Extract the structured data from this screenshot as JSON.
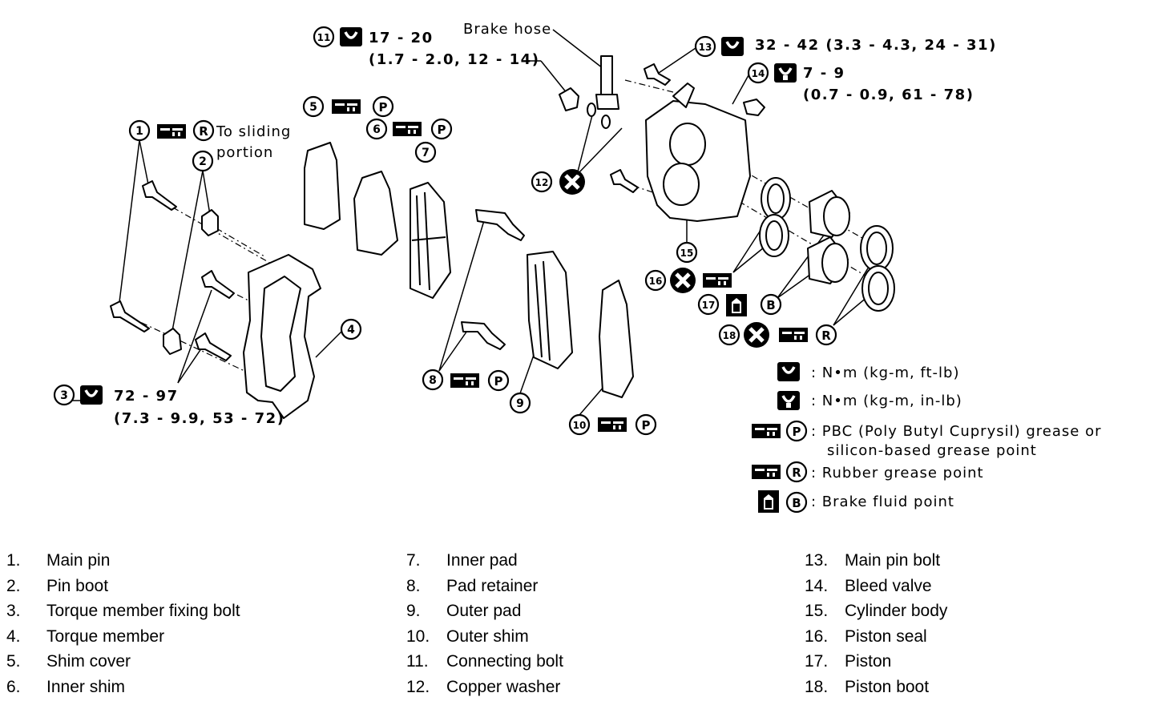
{
  "callouts": {
    "c1": "1",
    "c2": "2",
    "c3": "3",
    "c4": "4",
    "c5": "5",
    "c6": "6",
    "c7": "7",
    "c8": "8",
    "c9": "9",
    "c10": "10",
    "c11": "11",
    "c12": "12",
    "c13": "13",
    "c14": "14",
    "c15": "15",
    "c16": "16",
    "c17": "17",
    "c18": "18"
  },
  "grease_letters": {
    "p": "P",
    "r": "R",
    "b": "B"
  },
  "labels": {
    "brake_hose": "Brake hose",
    "to_sliding_1": "To sliding",
    "to_sliding_2": "portion",
    "torque_11_a": "17 - 20",
    "torque_11_b": "(1.7 - 2.0, 12 - 14)",
    "torque_13": "32 - 42 (3.3 - 4.3, 24 - 31)",
    "torque_14_a": "7 - 9",
    "torque_14_b": "(0.7 - 0.9, 61 - 78)",
    "torque_3_a": "72 - 97",
    "torque_3_b": "(7.3 - 9.9, 53 - 72)"
  },
  "legend": {
    "nm_ft": ": N•m (kg-m, ft-lb)",
    "nm_in": ": N•m (kg-m, in-lb)",
    "pbc_1": ": PBC (Poly Butyl Cuprysil) grease or",
    "pbc_2": "silicon-based grease point",
    "rubber": ": Rubber grease point",
    "brake_fluid": ": Brake fluid point"
  },
  "parts": {
    "col1": [
      {
        "num": "1.",
        "name": "Main pin"
      },
      {
        "num": "2.",
        "name": "Pin boot"
      },
      {
        "num": "3.",
        "name": "Torque member fixing bolt"
      },
      {
        "num": "4.",
        "name": "Torque member"
      },
      {
        "num": "5.",
        "name": "Shim cover"
      },
      {
        "num": "6.",
        "name": "Inner shim"
      }
    ],
    "col2": [
      {
        "num": "7.",
        "name": "Inner pad"
      },
      {
        "num": "8.",
        "name": "Pad retainer"
      },
      {
        "num": "9.",
        "name": "Outer pad"
      },
      {
        "num": "10.",
        "name": "Outer shim"
      },
      {
        "num": "11.",
        "name": "Connecting bolt"
      },
      {
        "num": "12.",
        "name": "Copper washer"
      }
    ],
    "col3": [
      {
        "num": "13.",
        "name": "Main pin bolt"
      },
      {
        "num": "14.",
        "name": "Bleed valve"
      },
      {
        "num": "15.",
        "name": "Cylinder body"
      },
      {
        "num": "16.",
        "name": "Piston seal"
      },
      {
        "num": "17.",
        "name": "Piston"
      },
      {
        "num": "18.",
        "name": "Piston boot"
      }
    ]
  }
}
